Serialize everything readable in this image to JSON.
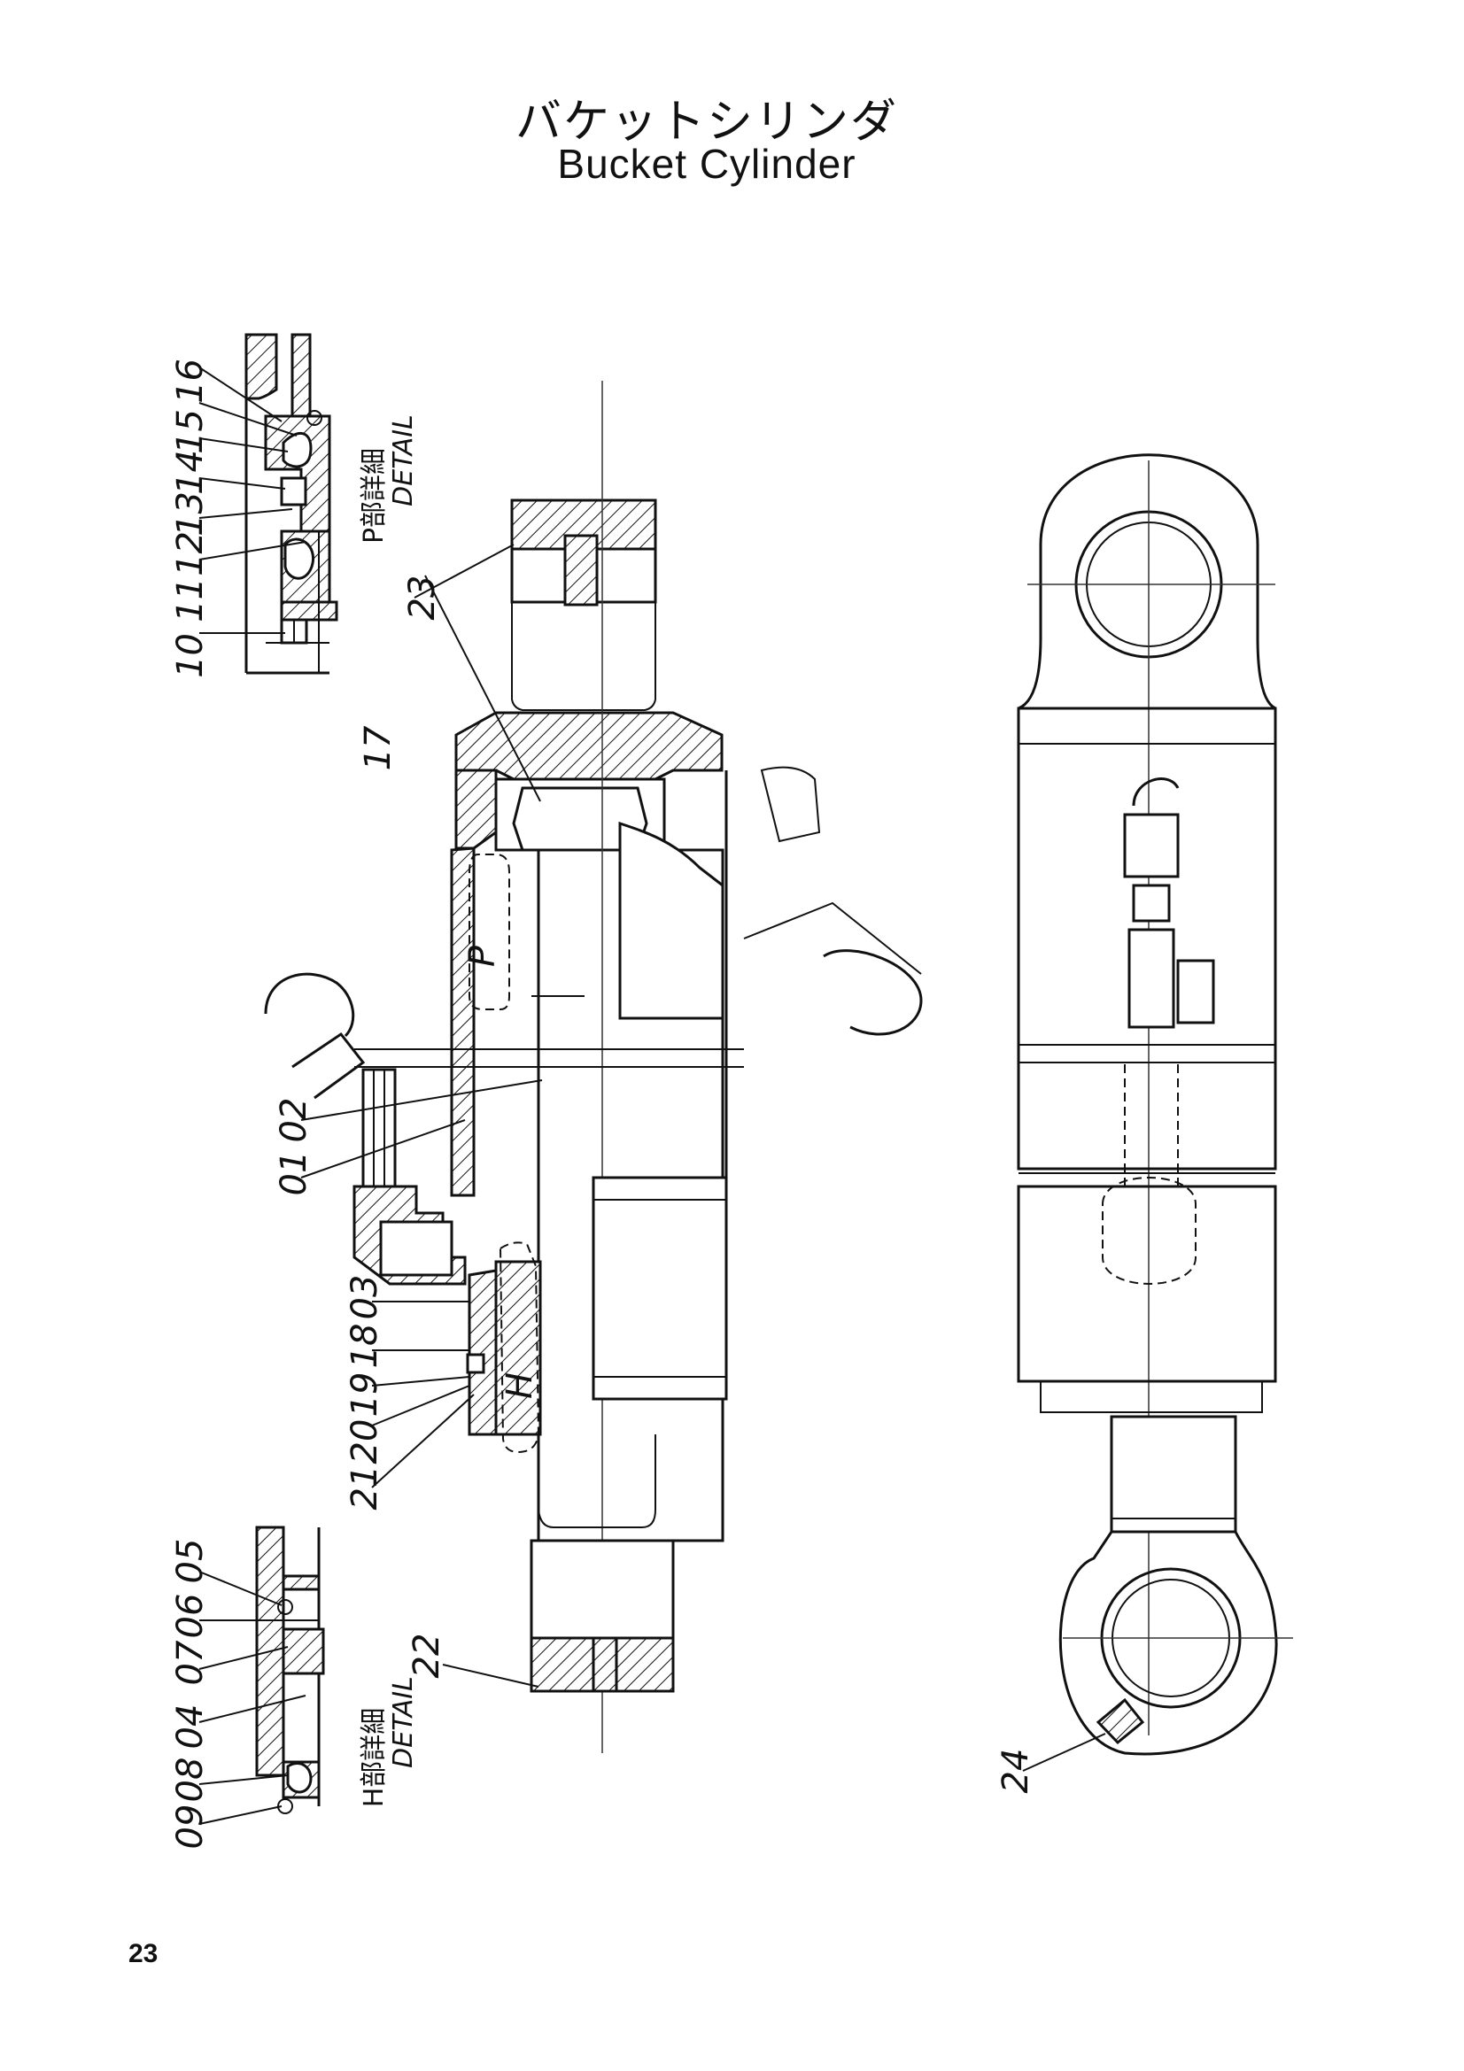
{
  "title": {
    "japanese": "バケットシリンダ",
    "english": "Bucket  Cylinder"
  },
  "page_number": "23",
  "labels": {
    "l16": "16",
    "l15": "15",
    "l14": "14",
    "l13": "13",
    "l12": "12",
    "l11": "11",
    "l10": "10",
    "l23": "23",
    "l17": "17",
    "l02": "02",
    "l01": "01",
    "l03": "03",
    "l18": "18",
    "l19": "19",
    "l20": "20",
    "l21": "21",
    "l22": "22",
    "l24": "24",
    "l05": "05",
    "l06": "06",
    "l07": "07",
    "l04": "04",
    "l08": "08",
    "l09": "09",
    "markP": "P",
    "markH": "H"
  },
  "detail_p": {
    "heading": "P部詳細",
    "sub": "DETAIL"
  },
  "detail_h": {
    "heading": "H部詳細",
    "sub": "DETAIL"
  }
}
